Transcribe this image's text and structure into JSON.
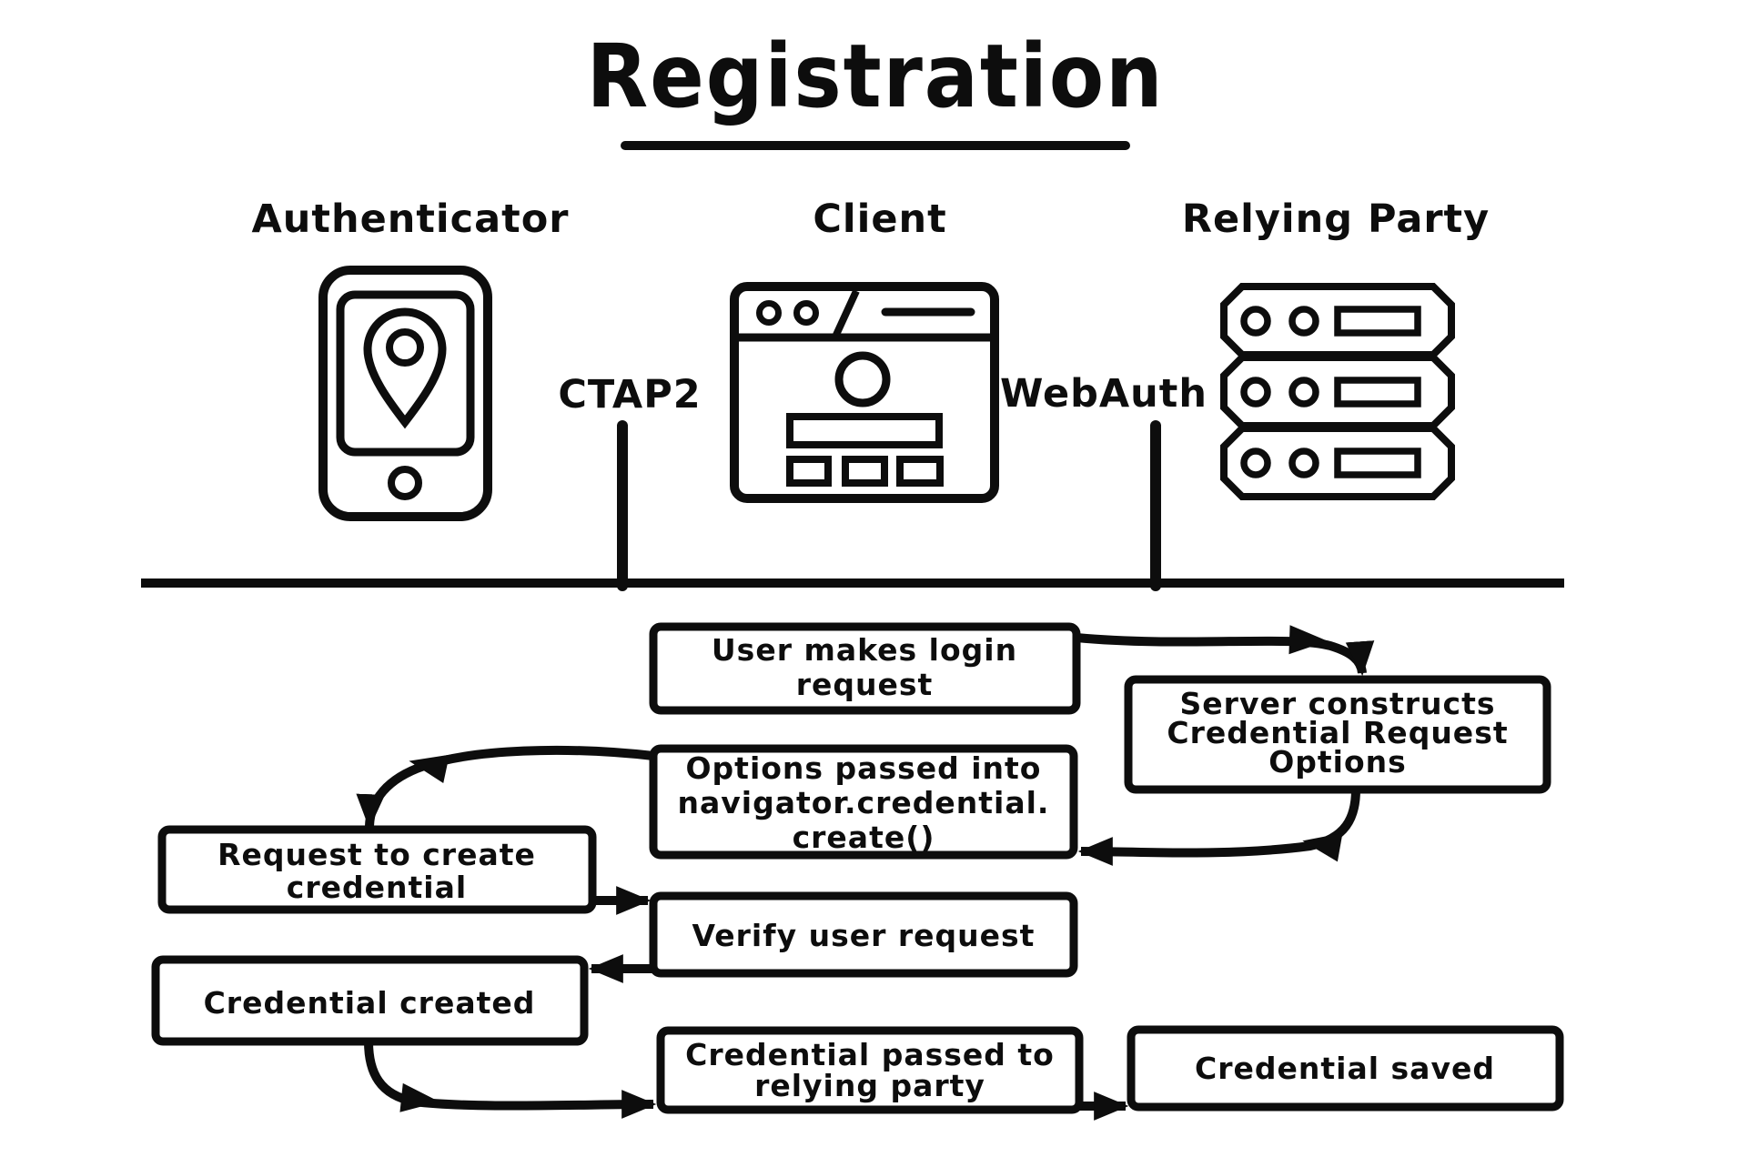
{
  "title": "Registration",
  "actors": {
    "authenticator": "Authenticator",
    "client": "Client",
    "relying_party": "Relying Party"
  },
  "protocols": {
    "ctap2": "CTAP2",
    "webauth": "WebAuth"
  },
  "icons": {
    "authenticator": "phone-location-icon",
    "client": "browser-window-icon",
    "relying_party": "server-stack-icon"
  },
  "flow_boxes": {
    "user_login_request": {
      "line1": "User makes login",
      "line2": "request"
    },
    "server_constructs": {
      "line1": "Server constructs",
      "line2": "Credential Request",
      "line3": "Options"
    },
    "options_passed": {
      "line1": "Options passed into",
      "line2": "navigator.credential.",
      "line3": "create()"
    },
    "request_to_create": {
      "line1": "Request to create",
      "line2": "credential"
    },
    "verify_user_request": {
      "line1": "Verify user request"
    },
    "credential_created": {
      "line1": "Credential created"
    },
    "credential_passed": {
      "line1": "Credential passed to",
      "line2": "relying party"
    },
    "credential_saved": {
      "line1": "Credential saved"
    }
  },
  "colors": {
    "ink": "#0d0d0d",
    "background": "#ffffff"
  }
}
